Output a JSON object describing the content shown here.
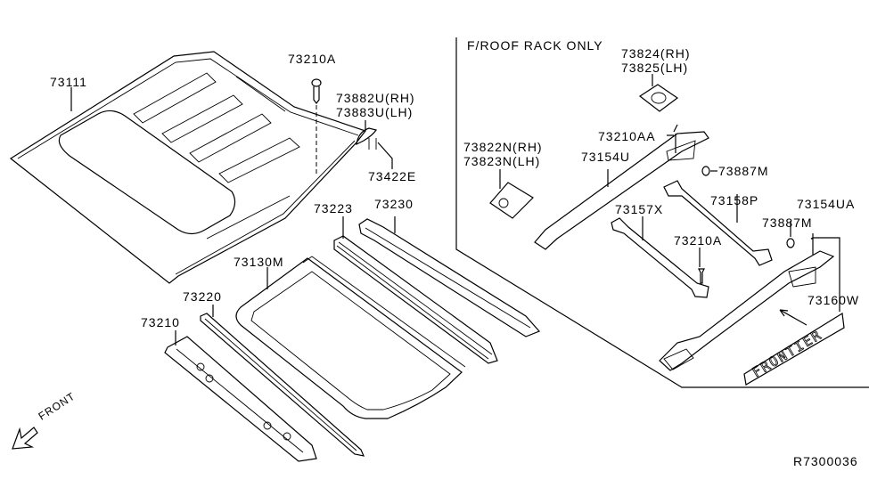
{
  "diagram": {
    "section_note": "F/ROOF RACK ONLY",
    "reference_code": "R7300036",
    "direction_label": "FRONT",
    "emblem_text": "FRONTIER",
    "parts": {
      "roof_panel": "73111",
      "roof_screw": "73210A",
      "bracket_rh": "73882U(RH)",
      "bracket_lh": "73883U(LH)",
      "clip": "73422E",
      "rail_73223": "73223",
      "rail_73230": "73230",
      "sunroof_frame": "73130M",
      "rail_73220": "73220",
      "rail_73210": "73210",
      "rack_cover_rh": "73824(RH)",
      "rack_cover_lh": "73825(LH)",
      "rack_bracket_rh": "73822N(RH)",
      "rack_bracket_lh": "73823N(LH)",
      "rack_screw_aa": "73210AA",
      "rack_rail_u": "73154U",
      "rack_grommet_1": "73887M",
      "cross_bar_x": "73157X",
      "cross_bar_p": "73158P",
      "rack_screw_a": "73210A",
      "rack_grommet_2": "73887M",
      "rack_rail_ua": "73154UA",
      "emblem": "73160W"
    }
  }
}
